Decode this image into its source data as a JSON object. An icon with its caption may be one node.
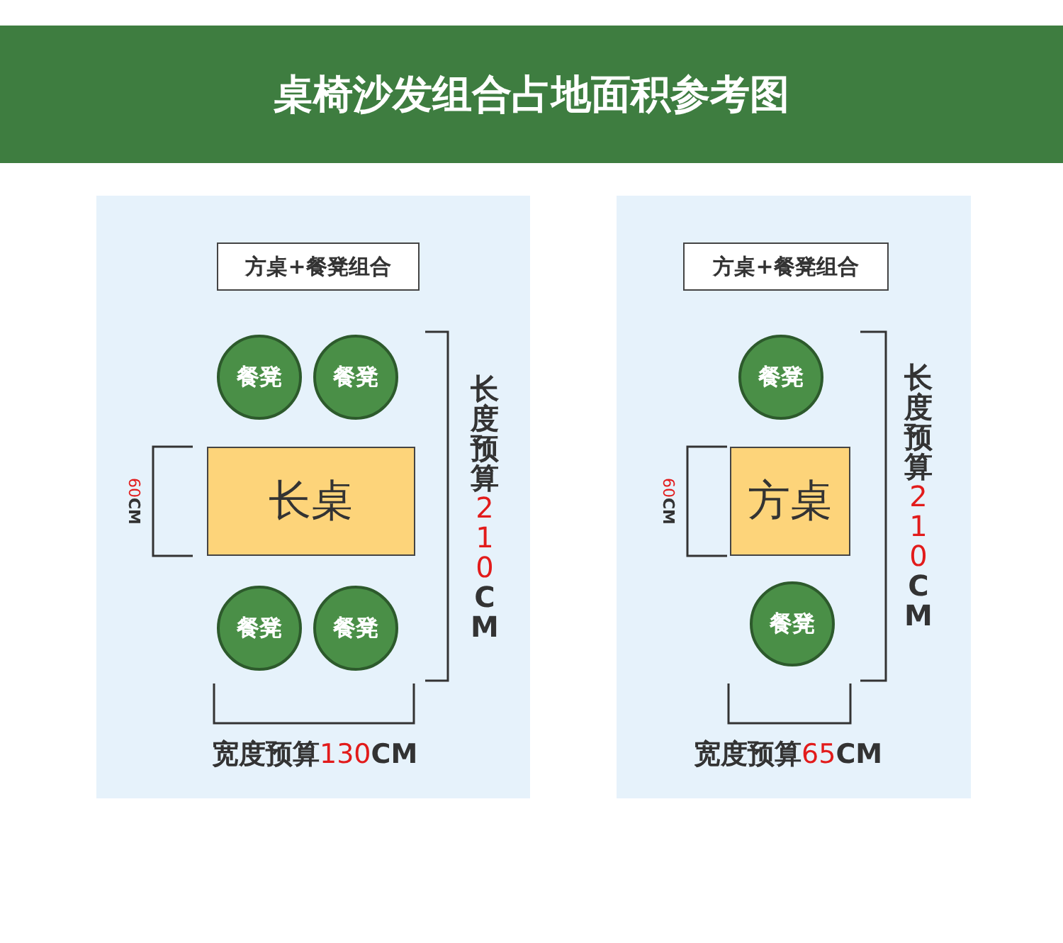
{
  "diagram": {
    "title": "桌椅沙发组合占地面积参考图",
    "nodes": [
      {
        "text": [],
        "shape": "box"
      },
      {
        "text": [
          "方桌+餐凳组合"
        ],
        "in": 0
      },
      {
        "text": [
          "餐凳"
        ],
        "in": 0
      },
      {
        "text": [
          "餐凳"
        ],
        "in": 0
      },
      {
        "text": [
          "长桌"
        ],
        "in": 0
      },
      {
        "text": [
          "餐凳"
        ],
        "in": 0
      },
      {
        "text": [
          "餐凳"
        ],
        "in": 0
      },
      {
        "text": [],
        "shape": "box"
      },
      {
        "text": [
          "方桌+餐凳组合"
        ],
        "in": 7
      },
      {
        "text": [
          "餐凳"
        ],
        "in": 7
      },
      {
        "text": [
          "方桌"
        ],
        "in": 7
      },
      {
        "text": [
          "餐凳"
        ],
        "in": 7
      }
    ],
    "edges": [],
    "labels": [
      "长度预算210CM",
      "60CM",
      "宽度预算130CM",
      "长度预算210CM",
      "60CM",
      "宽度预算65CM"
    ]
  }
}
